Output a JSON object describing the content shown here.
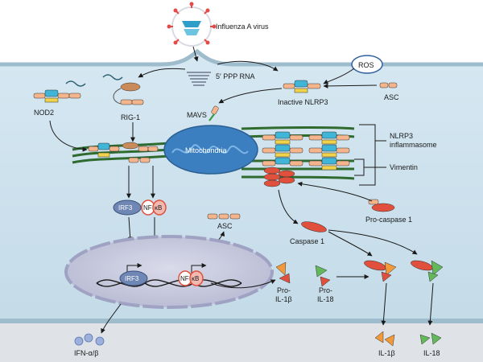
{
  "labels": {
    "virus": "Influenza A virus",
    "rna": "5′ PPP RNA",
    "ros": "ROS",
    "asc_top": "ASC",
    "inactive_nlrp3": "Inactive NLRP3",
    "nod2": "NOD2",
    "rig1": "RIG-1",
    "mavs": "MAVS",
    "mitochondria": "Mitochondria",
    "nlrp3_line1": "NLRP3",
    "nlrp3_line2": "inflammasome",
    "vimentin": "Vimentin",
    "procasp1": "Pro-caspase 1",
    "caspase1": "Caspase 1",
    "irf3_cyto": "IRF3",
    "nfkb_cyto_nf": "NF",
    "nfkb_cyto_kb": "κB",
    "asc_mid": "ASC",
    "irf3_nuc": "IRF3",
    "nfkb_nuc_nf": "NF",
    "nfkb_nuc_kb": "κB",
    "pro_il1b_1": "Pro-",
    "pro_il1b_2": "IL-1β",
    "pro_il18_1": "Pro-",
    "pro_il18_2": "IL-18",
    "ifn": "IFN-α/β",
    "il1b": "IL-1β",
    "il18": "IL-18"
  },
  "colors": {
    "cytoplasm": "#cfe3ee",
    "nucleus": "#c9cadf",
    "mitochondria": "#3b7fc0",
    "vimentin": "#2f6b2f",
    "irf3": "#6f87b5",
    "caspase": "#e0503c",
    "il1b": "#f29a3a",
    "il18": "#63b85a",
    "yellow": "#f1d24b",
    "cyan": "#3fb6d8",
    "peach": "#f4b58c"
  }
}
